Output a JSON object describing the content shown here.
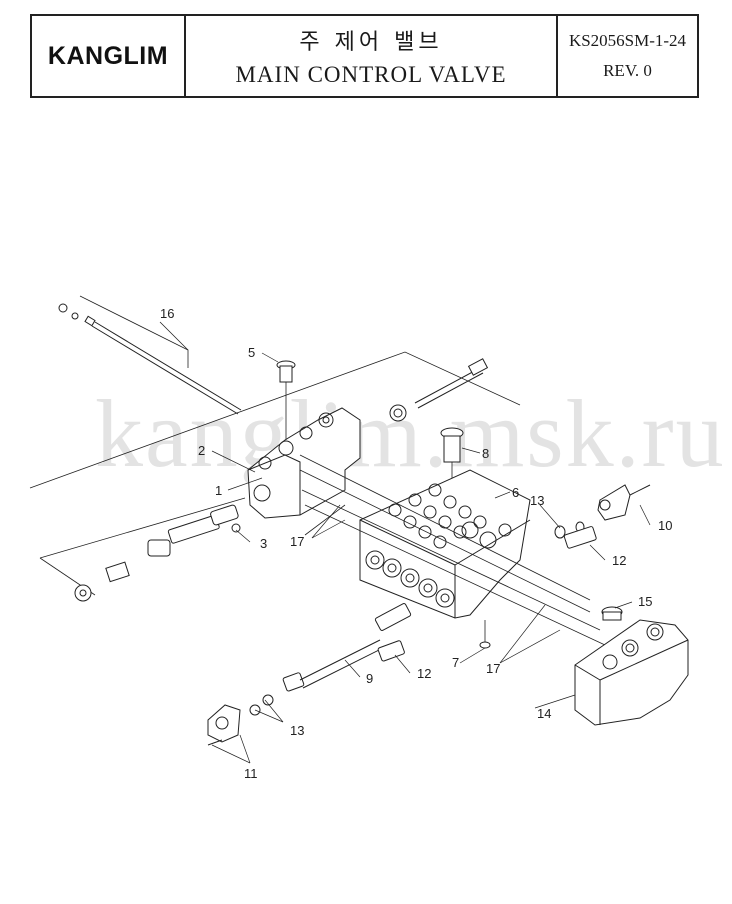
{
  "header": {
    "logo": "KANGLIM",
    "title_ko": "주 제어 밸브",
    "title_en": "MAIN CONTROL VALVE",
    "doc_number": "KS2056SM-1-24",
    "revision": "REV. 0"
  },
  "watermark": "kanglim.msk.ru",
  "callouts": [
    "1",
    "2",
    "3",
    "5",
    "6",
    "7",
    "8",
    "9",
    "10",
    "11",
    "12",
    "12",
    "13",
    "13",
    "14",
    "15",
    "16",
    "17",
    "17"
  ]
}
